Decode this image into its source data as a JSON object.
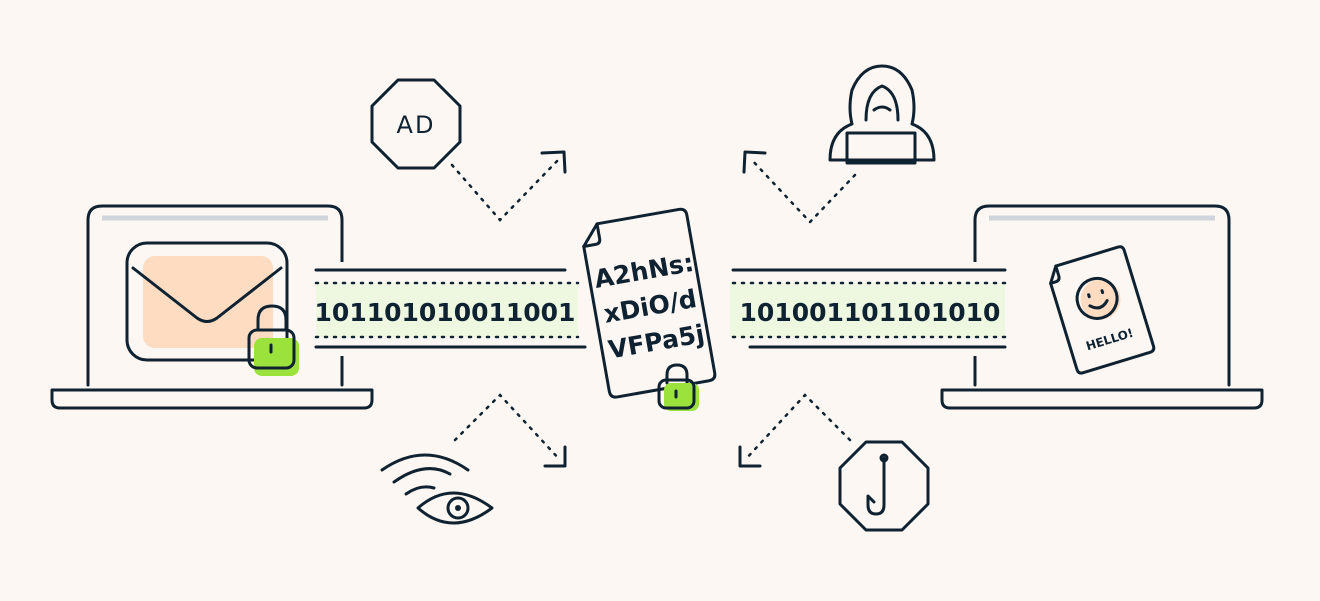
{
  "colors": {
    "background": "#fdf7f3",
    "ink": "#0f2231",
    "accent_green": "#9be23c",
    "band_green": "#eef8e0",
    "peach": "#fddcc2",
    "gray": "#cfd5da"
  },
  "left_stream": {
    "bits": "101101010011001"
  },
  "right_stream": {
    "bits": "101001101101010"
  },
  "encrypted_document": {
    "lines": [
      "A2hNs:",
      "xDiO/d",
      "VFPa5j"
    ]
  },
  "received_document": {
    "label": "HELLO!"
  },
  "threats": {
    "ad_label": "AD",
    "icons": [
      "ad-octagon-icon",
      "hacker-icon",
      "wifi-eye-icon",
      "phishing-hook-icon"
    ]
  }
}
